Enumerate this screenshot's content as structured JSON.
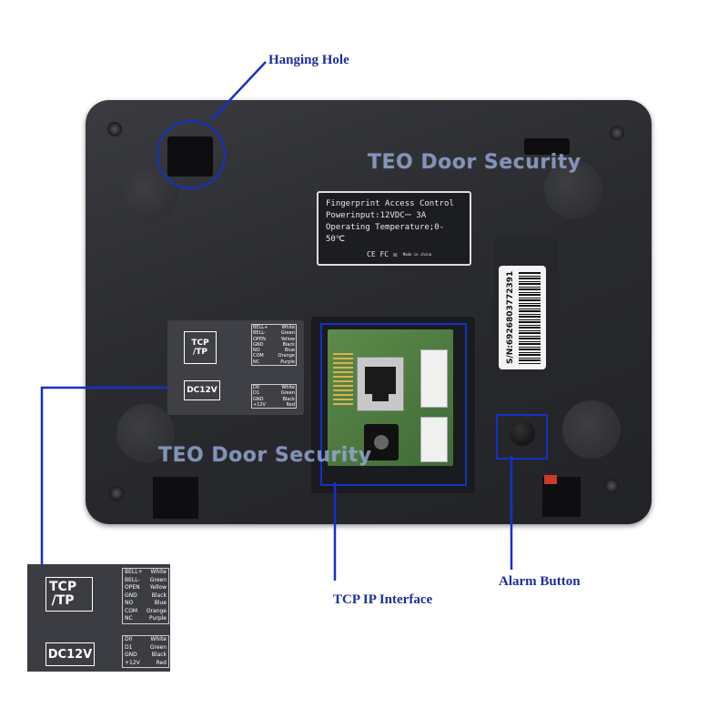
{
  "callouts": {
    "hanging_hole": "Hanging Hole",
    "tcp_ip_interface": "TCP IP Interface",
    "alarm_button": "Alarm Button"
  },
  "watermark": "TEO Door Security",
  "spec_label": {
    "line1": "Fingerprint Access Control",
    "line2": "Powerinput:12VDC⎓ 3A",
    "line3": "Operating Temperature;0-50℃",
    "marks": "CE FC ☒",
    "made_in": "Made in china"
  },
  "serial": "S/N:6926803772391",
  "connector_panel": {
    "tcp_label": "TCP\n/TP",
    "dc_label": "DC12V",
    "group1": [
      {
        "pin": "BELL+",
        "color": "White"
      },
      {
        "pin": "BELL-",
        "color": "Green"
      },
      {
        "pin": "OPEN",
        "color": "Yellow"
      },
      {
        "pin": "GND",
        "color": "Black"
      },
      {
        "pin": "NO",
        "color": "Blue"
      },
      {
        "pin": "COM",
        "color": "Orange"
      },
      {
        "pin": "NC",
        "color": "Purple"
      }
    ],
    "group2": [
      {
        "pin": "D0",
        "color": "White"
      },
      {
        "pin": "D1",
        "color": "Green"
      },
      {
        "pin": "GND",
        "color": "Black"
      },
      {
        "pin": "+12V",
        "color": "Red"
      }
    ]
  },
  "colors": {
    "callout": "#1b2f9e",
    "device_body": "#2b2c30",
    "highlight_line": "#1530c8"
  }
}
